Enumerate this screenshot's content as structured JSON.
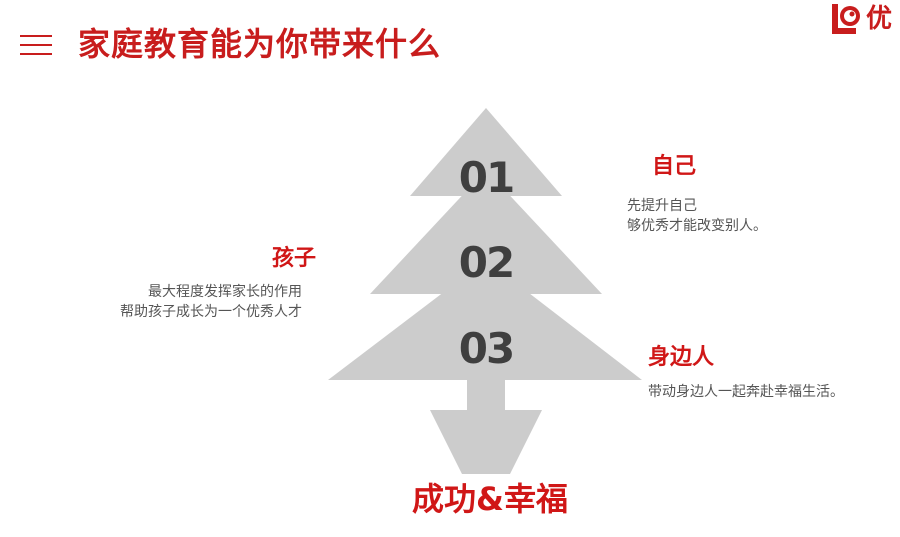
{
  "header": {
    "title": "家庭教育能为你带来什么",
    "logo_text": "优"
  },
  "tree": {
    "numbers": [
      "01",
      "02",
      "03"
    ],
    "color": "#cccccc"
  },
  "items": [
    {
      "heading": "自己",
      "lines": [
        "先提升自己",
        "够优秀才能改变别人。"
      ]
    },
    {
      "heading": "孩子",
      "lines": [
        "最大程度发挥家长的作用",
        "帮助孩子成长为一个优秀人才"
      ]
    },
    {
      "heading": "身边人",
      "lines": [
        "带动身边人一起奔赴幸福生活。"
      ]
    }
  ],
  "result": "成功&幸福",
  "colors": {
    "accent": "#d01717",
    "text": "#555555",
    "number": "#3f3f3f"
  }
}
